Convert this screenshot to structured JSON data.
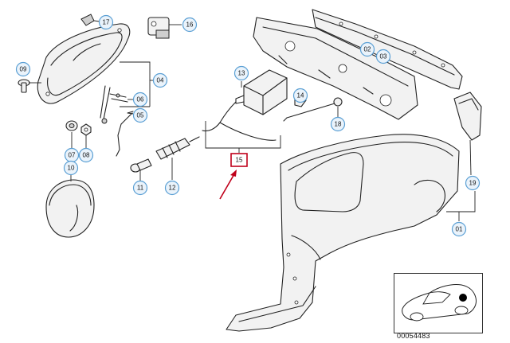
{
  "callouts": [
    {
      "id": "c17",
      "label": "17"
    },
    {
      "id": "c16",
      "label": "16"
    },
    {
      "id": "c09",
      "label": "09"
    },
    {
      "id": "c04",
      "label": "04"
    },
    {
      "id": "c06",
      "label": "06"
    },
    {
      "id": "c05",
      "label": "05"
    },
    {
      "id": "c07",
      "label": "07"
    },
    {
      "id": "c08",
      "label": "08"
    },
    {
      "id": "c10",
      "label": "10"
    },
    {
      "id": "c13",
      "label": "13"
    },
    {
      "id": "c14",
      "label": "14"
    },
    {
      "id": "c18",
      "label": "18"
    },
    {
      "id": "c02",
      "label": "02"
    },
    {
      "id": "c03",
      "label": "03"
    },
    {
      "id": "c11",
      "label": "11"
    },
    {
      "id": "c12",
      "label": "12"
    },
    {
      "id": "c19",
      "label": "19"
    },
    {
      "id": "c01",
      "label": "01"
    }
  ],
  "highlighted_callout": {
    "label": "15"
  },
  "diagram_id": "00054483",
  "colors": {
    "callout_stroke": "#5a9fd4",
    "highlight": "#c0001a",
    "line": "#222222"
  }
}
